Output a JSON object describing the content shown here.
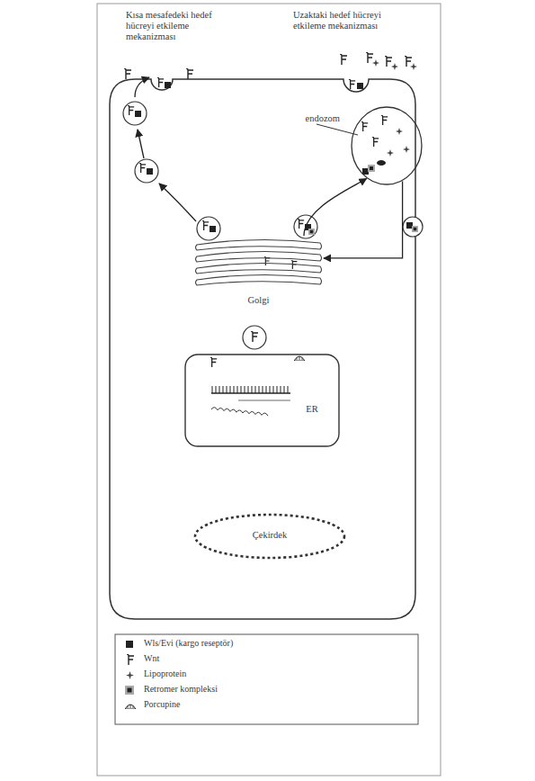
{
  "diagram": {
    "nodes": [
      {
        "text": [
          "endozom"
        ]
      },
      {
        "text": [
          "Golgi"
        ]
      },
      {
        "text": [
          "ER"
        ]
      },
      {
        "text": [
          "Çekirdek"
        ]
      }
    ],
    "edges": [
      {
        "from": 1,
        "to": 0,
        "arrow": "to"
      },
      {
        "from": 0,
        "to": 1,
        "arrow": "to"
      }
    ],
    "labels": [
      "Kısa mesafedeki hedef hücreyi etkileme mekanizması",
      "Uzaktaki hedef hücreyi etkileme mekanizması"
    ],
    "legend": [
      {
        "text": "Wls/Evi (kargo reseptör)"
      },
      {
        "text": "Wnt"
      },
      {
        "text": "Lipoprotein"
      },
      {
        "text": "Retromer kompleksi"
      },
      {
        "text": "Porcupine"
      }
    ]
  }
}
